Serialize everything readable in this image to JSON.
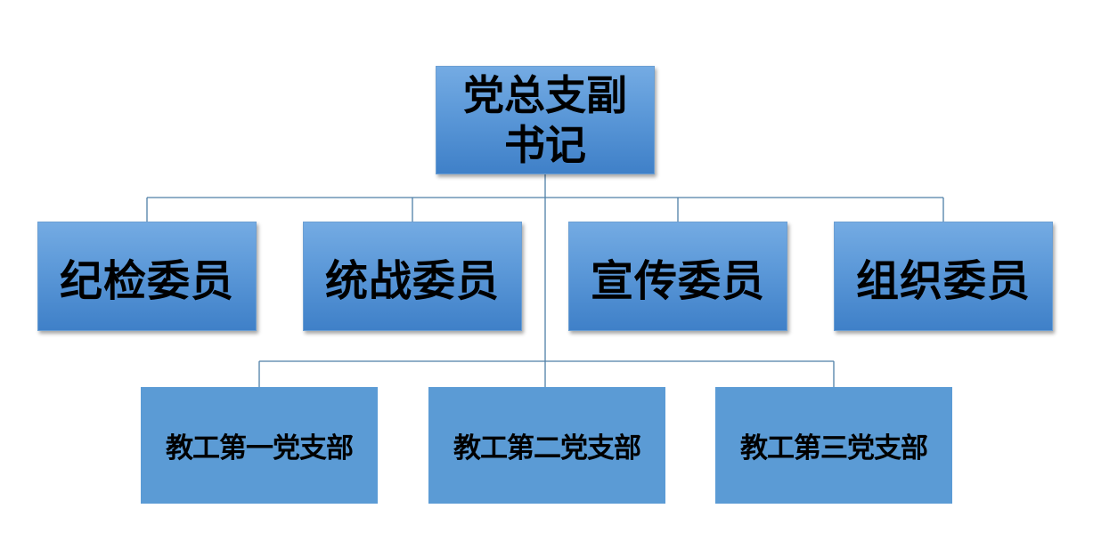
{
  "root": {
    "label": "党总支副书记"
  },
  "committee": [
    {
      "label": "纪检委员"
    },
    {
      "label": "统战委员"
    },
    {
      "label": "宣传委员"
    },
    {
      "label": "组织委员"
    }
  ],
  "branches": [
    {
      "label": "教工第一党支部"
    },
    {
      "label": "教工第二党支部"
    },
    {
      "label": "教工第三党支部"
    }
  ],
  "colors": {
    "box_fill": "#5b9bd5",
    "connector": "#4f7fa8",
    "text": "#000000"
  }
}
